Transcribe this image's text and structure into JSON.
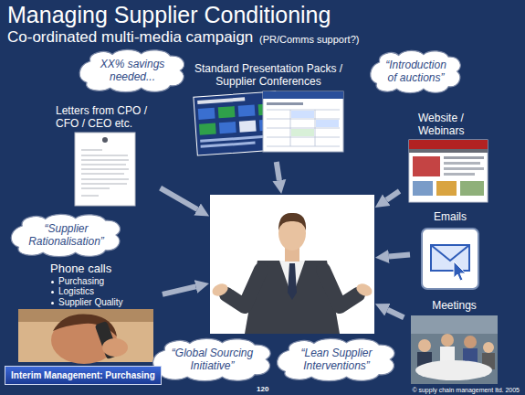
{
  "diagram": {
    "title": "Managing Supplier Conditioning",
    "nodes": [
      {
        "text": [
          "XX% savings needed..."
        ]
      },
      {
        "text": [
          "Standard Presentation Packs / Supplier Conferences"
        ]
      },
      {
        "text": [
          "“Introduction of auctions”"
        ]
      },
      {
        "text": [
          "Letters from CPO / CFO / CEO etc."
        ]
      },
      {
        "text": [
          "Website / Webinars"
        ]
      },
      {
        "text": []
      },
      {
        "text": [
          "Emails"
        ]
      },
      {
        "text": [
          "“Supplier Rationalisation”"
        ]
      },
      {
        "text": [
          "Phone calls",
          "Purchasing",
          "Logistics",
          "Supplier Quality"
        ]
      },
      {
        "text": [
          "Meetings"
        ]
      },
      {
        "text": [
          "“Global Sourcing Initiative”"
        ]
      },
      {
        "text": [
          "“Lean Supplier Interventions”"
        ]
      }
    ],
    "edges": [
      {
        "from": 3,
        "to": 5,
        "arrow": "to"
      },
      {
        "from": 1,
        "to": 5,
        "arrow": "to"
      },
      {
        "from": 4,
        "to": 5,
        "arrow": "to"
      },
      {
        "from": 6,
        "to": 5,
        "arrow": "to"
      },
      {
        "from": 8,
        "to": 5,
        "arrow": "to"
      },
      {
        "from": 9,
        "to": 5,
        "arrow": "to"
      }
    ],
    "labels": [
      "Co-ordinated multi-media campaign",
      "(PR/Comms support?)",
      "Interim Management: Purchasing",
      "120",
      "© supply chain management ltd. 2005"
    ]
  }
}
